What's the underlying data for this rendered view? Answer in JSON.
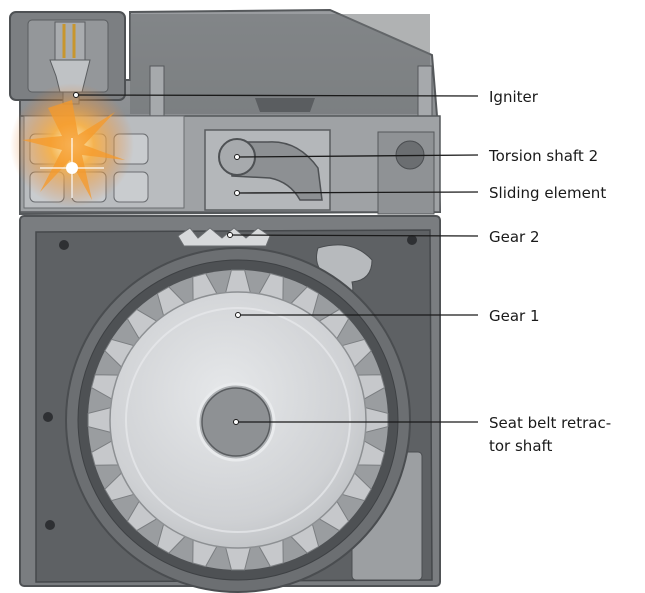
{
  "labels": {
    "igniter": "Igniter",
    "torsion_shaft_2": "Torsion shaft 2",
    "sliding_element": "Sliding element",
    "gear_2": "Gear 2",
    "gear_1": "Gear 1",
    "retractor_shaft_line1": "Seat belt retrac-",
    "retractor_shaft_line2": "tor shaft"
  },
  "colors": {
    "housing_dark": "#5b5d60",
    "housing_mid": "#85888b",
    "housing_light": "#a9acaf",
    "gear_fill": "#d2d4d6",
    "flash": "#f4a23a",
    "leader": "#1a1a1a"
  }
}
